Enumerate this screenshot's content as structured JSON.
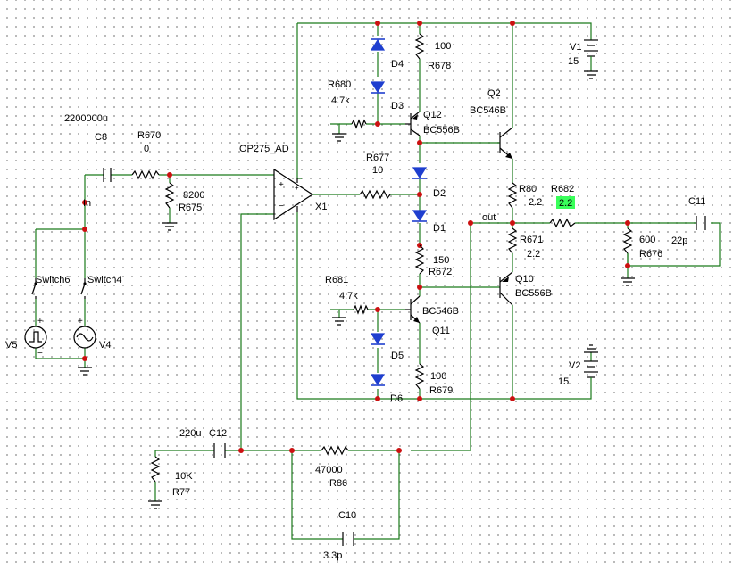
{
  "labels": {
    "c8_value": "2200000u",
    "c8_ref": "C8",
    "r670_ref": "R670",
    "r670_value": "0",
    "r675_value": "8200",
    "r675_ref": "R675",
    "opamp_model": "OP275_AD",
    "opamp_ref": "X1",
    "node_in": "In",
    "switch6": "Switch6",
    "switch4": "Switch4",
    "v5": "V5",
    "v4": "V4",
    "d4": "D4",
    "d3": "D3",
    "d2": "D2",
    "d1": "D1",
    "d5": "D5",
    "d6": "D6",
    "r680_ref": "R680",
    "r680_value": "4.7k",
    "r678_value": "100",
    "r678_ref": "R678",
    "q12_ref": "Q12",
    "q12_model": "BC556B",
    "r677_ref": "R677",
    "r677_value": "10",
    "q2_ref": "Q2",
    "q2_model": "BC546B",
    "v1_ref": "V1",
    "v1_value": "15",
    "r80_ref": "R80",
    "r80_value": "2.2",
    "r682_ref": "R682",
    "r682_value": "2.2",
    "c11_ref": "C11",
    "c11_value": "22p",
    "node_out": "out",
    "r671_ref": "R671",
    "r671_value": "2.2",
    "r676_value": "600",
    "r676_ref": "R676",
    "r672_value": "150",
    "r672_ref": "R672",
    "r681_ref": "R681",
    "r681_value": "4.7k",
    "q11_model": "BC546B",
    "q11_ref": "Q11",
    "q10_ref": "Q10",
    "q10_model": "BC556B",
    "r679_value": "100",
    "r679_ref": "R679",
    "v2_ref": "V2",
    "v2_value": "15",
    "c12_value": "220u",
    "c12_ref": "C12",
    "r77_value": "10K",
    "r77_ref": "R77",
    "r86_value": "47000",
    "r86_ref": "R86",
    "c10_ref": "C10",
    "c10_value": "3.3p"
  }
}
